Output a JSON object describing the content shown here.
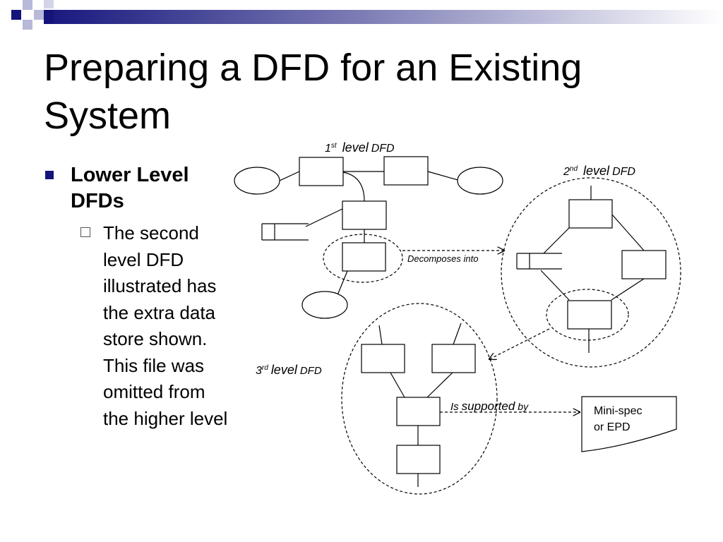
{
  "slide": {
    "title": "Preparing a DFD for an Existing System"
  },
  "bullets": {
    "level1": "Lower Level DFDs",
    "level2": "The second level DFD illustrated has the extra data store shown.  This file was omitted from the higher level"
  },
  "diagram": {
    "label_level1_num": "1",
    "label_level1_sup": "st",
    "label_level1_word": "level",
    "label_level1_dfd": "DFD",
    "label_level2_num": "2",
    "label_level2_sup": "nd",
    "label_level2_word": "level",
    "label_level2_dfd": "DFD",
    "label_level3_num": "3",
    "label_level3_sup": "rd",
    "label_level3_word": "level",
    "label_level3_dfd": "DFD",
    "decomposes_label": "Decomposes into",
    "supported_is": "Is",
    "supported_word": "supported",
    "supported_by": "by",
    "minispec_line1": "Mini-spec",
    "minispec_line2": "or EPD"
  }
}
